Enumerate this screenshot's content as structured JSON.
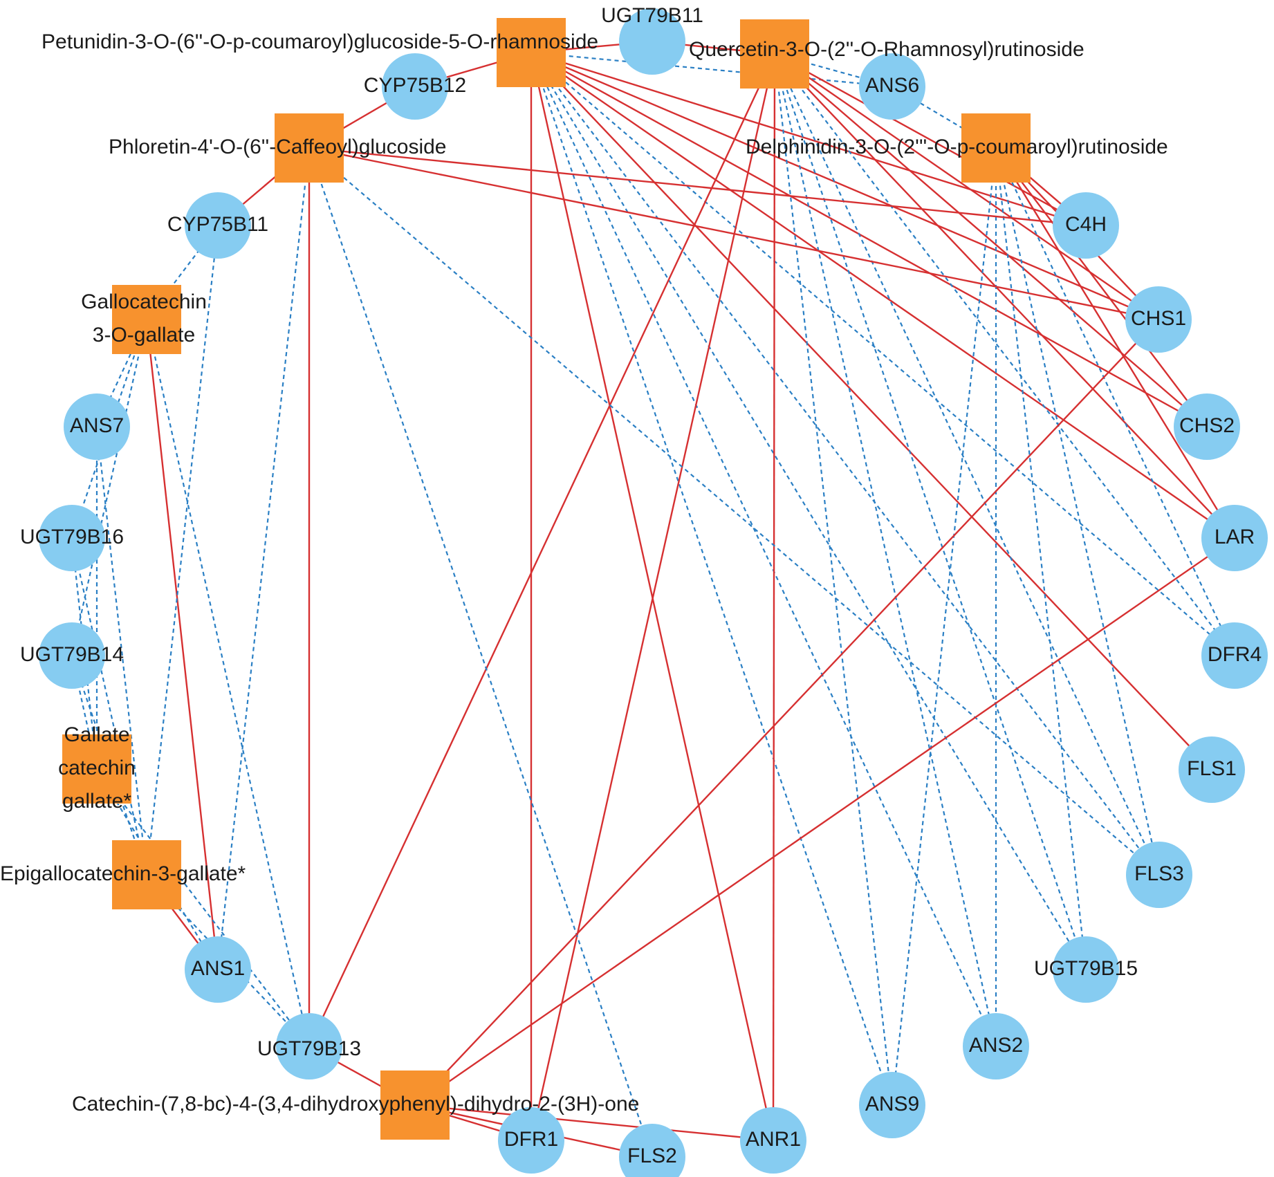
{
  "colors": {
    "gene_node": "#86ccf1",
    "metabolite_node": "#f7922e",
    "positive_edge": "#d63031",
    "negative_edge": "#2a7fc4"
  },
  "nodes": [
    {
      "id": "m_petunidin",
      "type": "metabolite",
      "label_lines": [
        "Petunidin-3-O-(6''-O-p-coumaroyl)glucoside-5-O-rhamnoside"
      ]
    },
    {
      "id": "g_ugt79b11",
      "type": "gene",
      "label_lines": [
        "UGT79B11"
      ]
    },
    {
      "id": "m_quercetin",
      "type": "metabolite",
      "label_lines": [
        "Quercetin-3-O-(2''-O-Rhamnosyl)rutinoside"
      ]
    },
    {
      "id": "g_ans6",
      "type": "gene",
      "label_lines": [
        "ANS6"
      ]
    },
    {
      "id": "m_delphinidin",
      "type": "metabolite",
      "label_lines": [
        "Delphinidin-3-O-(2'''-O-p-coumaroyl)rutinoside"
      ]
    },
    {
      "id": "g_c4h",
      "type": "gene",
      "label_lines": [
        "C4H"
      ]
    },
    {
      "id": "g_chs1",
      "type": "gene",
      "label_lines": [
        "CHS1"
      ]
    },
    {
      "id": "g_chs2",
      "type": "gene",
      "label_lines": [
        "CHS2"
      ]
    },
    {
      "id": "g_lar",
      "type": "gene",
      "label_lines": [
        "LAR"
      ]
    },
    {
      "id": "g_dfr4",
      "type": "gene",
      "label_lines": [
        "DFR4"
      ]
    },
    {
      "id": "g_fls1",
      "type": "gene",
      "label_lines": [
        "FLS1"
      ]
    },
    {
      "id": "g_fls3",
      "type": "gene",
      "label_lines": [
        "FLS3"
      ]
    },
    {
      "id": "g_ugt79b15",
      "type": "gene",
      "label_lines": [
        "UGT79B15"
      ]
    },
    {
      "id": "g_ans2",
      "type": "gene",
      "label_lines": [
        "ANS2"
      ]
    },
    {
      "id": "g_ans9",
      "type": "gene",
      "label_lines": [
        "ANS9"
      ]
    },
    {
      "id": "g_anr1",
      "type": "gene",
      "label_lines": [
        "ANR1"
      ]
    },
    {
      "id": "g_fls2",
      "type": "gene",
      "label_lines": [
        "FLS2"
      ]
    },
    {
      "id": "g_dfr1",
      "type": "gene",
      "label_lines": [
        "DFR1"
      ]
    },
    {
      "id": "m_catechin_bc",
      "type": "metabolite",
      "label_lines": [
        "Catechin-(7,8-bc)-4-(3,4-dihydroxyphenyl)-dihydro-2-(3H)-one"
      ]
    },
    {
      "id": "g_ugt79b13",
      "type": "gene",
      "label_lines": [
        "UGT79B13"
      ]
    },
    {
      "id": "g_ans1",
      "type": "gene",
      "label_lines": [
        "ANS1"
      ]
    },
    {
      "id": "m_egcg",
      "type": "metabolite",
      "label_lines": [
        "Epigallocatechin-3-gallate*"
      ]
    },
    {
      "id": "m_gcg",
      "type": "metabolite",
      "label_lines": [
        "Gallate",
        "catechin",
        "gallate*"
      ]
    },
    {
      "id": "g_ugt79b14",
      "type": "gene",
      "label_lines": [
        "UGT79B14"
      ]
    },
    {
      "id": "g_ugt79b16",
      "type": "gene",
      "label_lines": [
        "UGT79B16"
      ]
    },
    {
      "id": "g_ans7",
      "type": "gene",
      "label_lines": [
        "ANS7"
      ]
    },
    {
      "id": "m_gallocatechin",
      "type": "metabolite",
      "label_lines": [
        "Gallocatechin",
        "3-O-gallate"
      ]
    },
    {
      "id": "g_cyp75b11",
      "type": "gene",
      "label_lines": [
        "CYP75B11"
      ]
    },
    {
      "id": "m_phloretin",
      "type": "metabolite",
      "label_lines": [
        "Phloretin-4'-O-(6''-Caffeoyl)glucoside"
      ]
    },
    {
      "id": "g_cyp75b12",
      "type": "gene",
      "label_lines": [
        "CYP75B12"
      ]
    }
  ],
  "edges": [
    {
      "source": "m_petunidin",
      "target": "g_ugt79b11",
      "type": "positive"
    },
    {
      "source": "m_petunidin",
      "target": "g_cyp75b12",
      "type": "positive"
    },
    {
      "source": "m_petunidin",
      "target": "g_c4h",
      "type": "positive"
    },
    {
      "source": "m_petunidin",
      "target": "g_chs1",
      "type": "positive"
    },
    {
      "source": "m_petunidin",
      "target": "g_chs2",
      "type": "positive"
    },
    {
      "source": "m_petunidin",
      "target": "g_lar",
      "type": "positive"
    },
    {
      "source": "m_petunidin",
      "target": "g_fls1",
      "type": "positive"
    },
    {
      "source": "m_petunidin",
      "target": "g_anr1",
      "type": "positive"
    },
    {
      "source": "m_petunidin",
      "target": "g_dfr1",
      "type": "positive"
    },
    {
      "source": "m_petunidin",
      "target": "g_dfr4",
      "type": "negative"
    },
    {
      "source": "m_petunidin",
      "target": "g_fls3",
      "type": "negative"
    },
    {
      "source": "m_petunidin",
      "target": "g_ugt79b15",
      "type": "negative"
    },
    {
      "source": "m_petunidin",
      "target": "g_ans2",
      "type": "negative"
    },
    {
      "source": "m_petunidin",
      "target": "g_ans9",
      "type": "negative"
    },
    {
      "source": "m_petunidin",
      "target": "g_ans6",
      "type": "negative"
    },
    {
      "source": "m_quercetin",
      "target": "g_ugt79b11",
      "type": "positive"
    },
    {
      "source": "m_quercetin",
      "target": "g_c4h",
      "type": "positive"
    },
    {
      "source": "m_quercetin",
      "target": "g_chs1",
      "type": "positive"
    },
    {
      "source": "m_quercetin",
      "target": "g_chs2",
      "type": "positive"
    },
    {
      "source": "m_quercetin",
      "target": "g_lar",
      "type": "positive"
    },
    {
      "source": "m_quercetin",
      "target": "g_anr1",
      "type": "positive"
    },
    {
      "source": "m_quercetin",
      "target": "g_dfr1",
      "type": "positive"
    },
    {
      "source": "m_quercetin",
      "target": "g_ugt79b13",
      "type": "positive"
    },
    {
      "source": "m_quercetin",
      "target": "g_ans6",
      "type": "negative"
    },
    {
      "source": "m_quercetin",
      "target": "g_dfr4",
      "type": "negative"
    },
    {
      "source": "m_quercetin",
      "target": "g_fls3",
      "type": "negative"
    },
    {
      "source": "m_quercetin",
      "target": "g_ugt79b15",
      "type": "negative"
    },
    {
      "source": "m_quercetin",
      "target": "g_ans2",
      "type": "negative"
    },
    {
      "source": "m_quercetin",
      "target": "g_ans9",
      "type": "negative"
    },
    {
      "source": "m_delphinidin",
      "target": "g_c4h",
      "type": "positive"
    },
    {
      "source": "m_delphinidin",
      "target": "g_chs1",
      "type": "positive"
    },
    {
      "source": "m_delphinidin",
      "target": "g_chs2",
      "type": "positive"
    },
    {
      "source": "m_delphinidin",
      "target": "g_lar",
      "type": "positive"
    },
    {
      "source": "m_delphinidin",
      "target": "g_ans6",
      "type": "negative"
    },
    {
      "source": "m_delphinidin",
      "target": "g_dfr4",
      "type": "negative"
    },
    {
      "source": "m_delphinidin",
      "target": "g_fls3",
      "type": "negative"
    },
    {
      "source": "m_delphinidin",
      "target": "g_ugt79b15",
      "type": "negative"
    },
    {
      "source": "m_delphinidin",
      "target": "g_ans2",
      "type": "negative"
    },
    {
      "source": "m_delphinidin",
      "target": "g_ans9",
      "type": "negative"
    },
    {
      "source": "m_phloretin",
      "target": "g_cyp75b12",
      "type": "positive"
    },
    {
      "source": "m_phloretin",
      "target": "g_cyp75b11",
      "type": "positive"
    },
    {
      "source": "m_phloretin",
      "target": "g_c4h",
      "type": "positive"
    },
    {
      "source": "m_phloretin",
      "target": "g_chs1",
      "type": "positive"
    },
    {
      "source": "m_phloretin",
      "target": "g_ugt79b13",
      "type": "positive"
    },
    {
      "source": "m_phloretin",
      "target": "g_fls2",
      "type": "negative"
    },
    {
      "source": "m_phloretin",
      "target": "g_fls3",
      "type": "negative"
    },
    {
      "source": "m_phloretin",
      "target": "g_ans1",
      "type": "negative"
    },
    {
      "source": "m_catechin_bc",
      "target": "g_ugt79b13",
      "type": "positive"
    },
    {
      "source": "m_catechin_bc",
      "target": "g_dfr1",
      "type": "positive"
    },
    {
      "source": "m_catechin_bc",
      "target": "g_fls2",
      "type": "positive"
    },
    {
      "source": "m_catechin_bc",
      "target": "g_anr1",
      "type": "positive"
    },
    {
      "source": "m_catechin_bc",
      "target": "g_chs1",
      "type": "positive"
    },
    {
      "source": "m_catechin_bc",
      "target": "g_lar",
      "type": "positive"
    },
    {
      "source": "m_gallocatechin",
      "target": "g_ans1",
      "type": "positive"
    },
    {
      "source": "m_gallocatechin",
      "target": "g_cyp75b11",
      "type": "negative"
    },
    {
      "source": "m_gallocatechin",
      "target": "g_ans7",
      "type": "negative"
    },
    {
      "source": "m_gallocatechin",
      "target": "g_ugt79b16",
      "type": "negative"
    },
    {
      "source": "m_gallocatechin",
      "target": "g_ugt79b14",
      "type": "negative"
    },
    {
      "source": "m_gallocatechin",
      "target": "g_ugt79b13",
      "type": "negative"
    },
    {
      "source": "m_gcg",
      "target": "g_ans7",
      "type": "negative"
    },
    {
      "source": "m_gcg",
      "target": "g_ugt79b16",
      "type": "negative"
    },
    {
      "source": "m_gcg",
      "target": "g_ugt79b14",
      "type": "negative"
    },
    {
      "source": "m_gcg",
      "target": "g_ans1",
      "type": "negative"
    },
    {
      "source": "m_gcg",
      "target": "g_ugt79b13",
      "type": "negative"
    },
    {
      "source": "m_egcg",
      "target": "g_ans1",
      "type": "positive"
    },
    {
      "source": "m_egcg",
      "target": "g_cyp75b11",
      "type": "negative"
    },
    {
      "source": "m_egcg",
      "target": "g_ans7",
      "type": "negative"
    },
    {
      "source": "m_egcg",
      "target": "g_ugt79b16",
      "type": "negative"
    },
    {
      "source": "m_egcg",
      "target": "g_ugt79b14",
      "type": "negative"
    },
    {
      "source": "m_egcg",
      "target": "g_ugt79b13",
      "type": "negative"
    }
  ]
}
